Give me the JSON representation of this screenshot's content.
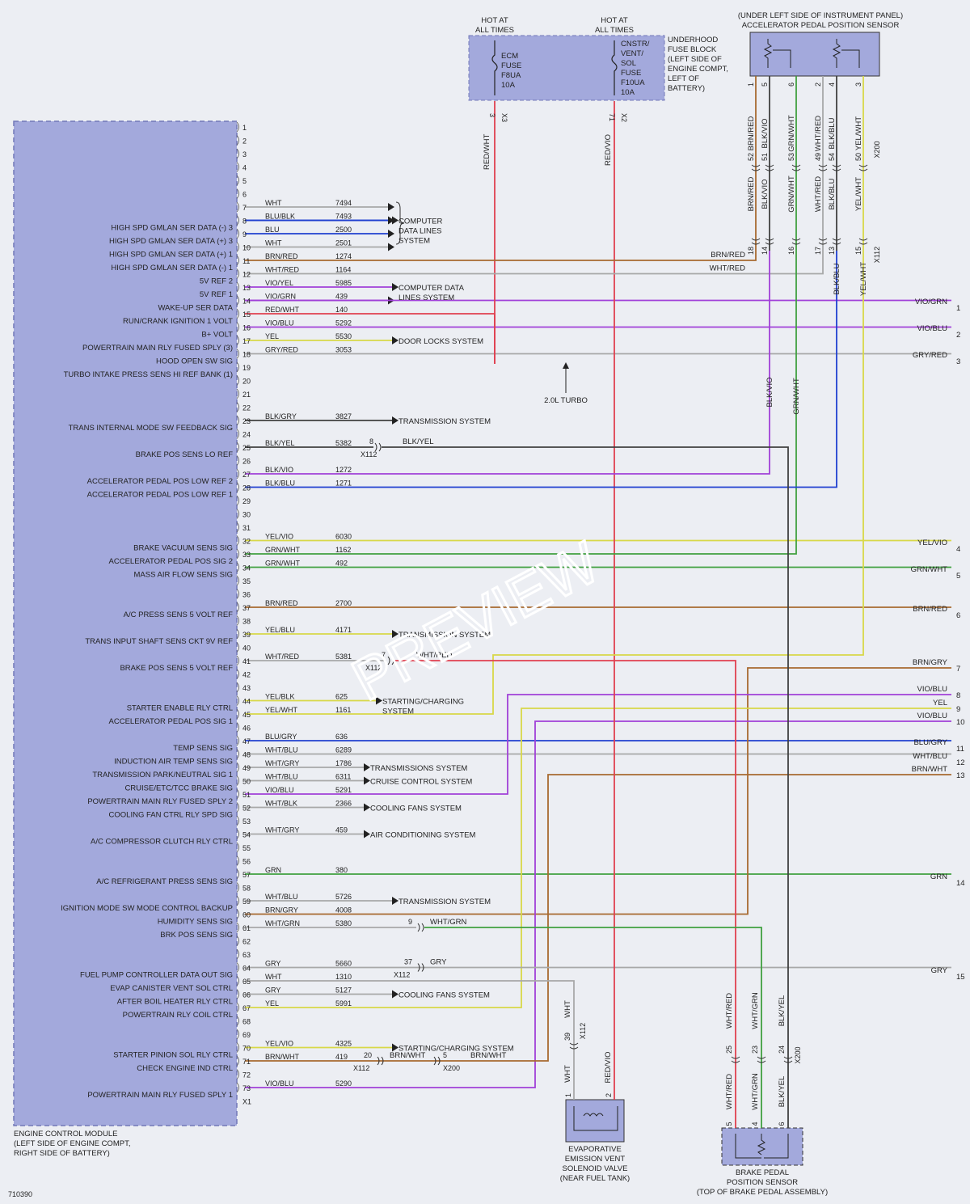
{
  "ecm": {
    "pins": [
      {
        "n": "1"
      },
      {
        "n": "2"
      },
      {
        "n": "3"
      },
      {
        "n": "4"
      },
      {
        "n": "5"
      },
      {
        "n": "6"
      },
      {
        "n": "7",
        "color": "WHT",
        "circuit": "7494"
      },
      {
        "n": "8",
        "label": "HIGH SPD GMLAN SER DATA (-) 3",
        "color": "BLU/BLK",
        "circuit": "7493"
      },
      {
        "n": "9",
        "label": "HIGH SPD GMLAN SER DATA (+) 3",
        "color": "BLU",
        "circuit": "2500"
      },
      {
        "n": "10",
        "label": "HIGH SPD GMLAN SER DATA (+) 1",
        "color": "WHT",
        "circuit": "2501"
      },
      {
        "n": "11",
        "label": "HIGH SPD GMLAN SER DATA (-) 1",
        "color": "BRN/RED",
        "circuit": "1274"
      },
      {
        "n": "12",
        "label": "5V REF 2",
        "color": "WHT/RED",
        "circuit": "1164"
      },
      {
        "n": "13",
        "label": "5V REF 1",
        "color": "VIO/YEL",
        "circuit": "5985"
      },
      {
        "n": "14",
        "label": "WAKE-UP SER DATA",
        "color": "VIO/GRN",
        "circuit": "439"
      },
      {
        "n": "15",
        "label": "RUN/CRANK IGNITION 1 VOLT",
        "color": "RED/WHT",
        "circuit": "140"
      },
      {
        "n": "16",
        "label": "B+ VOLT",
        "color": "VIO/BLU",
        "circuit": "5292"
      },
      {
        "n": "17",
        "label": "POWERTRAIN MAIN RLY FUSED SPLY (3)",
        "color": "YEL",
        "circuit": "5530"
      },
      {
        "n": "18",
        "label": "HOOD OPEN SW SIG",
        "color": "GRY/RED",
        "circuit": "3053"
      },
      {
        "n": "19",
        "label": "TURBO INTAKE PRESS SENS HI REF BANK (1)"
      },
      {
        "n": "20"
      },
      {
        "n": "21"
      },
      {
        "n": "22"
      },
      {
        "n": "23",
        "label": "TRANS INTERNAL MODE SW FEEDBACK SIG",
        "color": "BLK/GRY",
        "circuit": "3827"
      },
      {
        "n": "24"
      },
      {
        "n": "25",
        "label": "BRAKE POS SENS LO REF",
        "color": "BLK/YEL",
        "circuit": "5382"
      },
      {
        "n": "26"
      },
      {
        "n": "27",
        "label": "ACCELERATOR PEDAL POS LOW REF 2",
        "color": "BLK/VIO",
        "circuit": "1272"
      },
      {
        "n": "28",
        "label": "ACCELERATOR PEDAL POS LOW REF 1",
        "color": "BLK/BLU",
        "circuit": "1271"
      },
      {
        "n": "29"
      },
      {
        "n": "30"
      },
      {
        "n": "31"
      },
      {
        "n": "32",
        "label": "BRAKE VACUUM SENS SIG",
        "color": "YEL/VIO",
        "circuit": "6030"
      },
      {
        "n": "33",
        "label": "ACCELERATOR PEDAL POS SIG 2",
        "color": "GRN/WHT",
        "circuit": "1162"
      },
      {
        "n": "34",
        "label": "MASS AIR FLOW SENS SIG",
        "color": "GRN/WHT",
        "circuit": "492"
      },
      {
        "n": "35"
      },
      {
        "n": "36"
      },
      {
        "n": "37",
        "label": "A/C PRESS SENS 5 VOLT REF",
        "color": "BRN/RED",
        "circuit": "2700"
      },
      {
        "n": "38"
      },
      {
        "n": "39",
        "label": "TRANS INPUT SHAFT SENS CKT 9V REF",
        "color": "YEL/BLU",
        "circuit": "4171"
      },
      {
        "n": "40"
      },
      {
        "n": "41",
        "label": "BRAKE POS SENS 5 VOLT REF",
        "color": "WHT/RED",
        "circuit": "5381"
      },
      {
        "n": "42"
      },
      {
        "n": "43"
      },
      {
        "n": "44",
        "label": "STARTER ENABLE RLY CTRL",
        "color": "YEL/BLK",
        "circuit": "625"
      },
      {
        "n": "45",
        "label": "ACCELERATOR PEDAL POS SIG 1",
        "color": "YEL/WHT",
        "circuit": "1161"
      },
      {
        "n": "46"
      },
      {
        "n": "47",
        "label": "TEMP SENS SIG",
        "color": "BLU/GRY",
        "circuit": "636"
      },
      {
        "n": "48",
        "label": "INDUCTION AIR TEMP SENS SIG",
        "color": "WHT/BLU",
        "circuit": "6289"
      },
      {
        "n": "49",
        "label": "TRANSMISSION PARK/NEUTRAL SIG 1",
        "color": "WHT/GRY",
        "circuit": "1786"
      },
      {
        "n": "50",
        "label": "CRUISE/ETC/TCC BRAKE SIG",
        "color": "WHT/BLU",
        "circuit": "6311"
      },
      {
        "n": "51",
        "label": "POWERTRAIN MAIN RLY FUSED SPLY 2",
        "color": "VIO/BLU",
        "circuit": "5291"
      },
      {
        "n": "52",
        "label": "COOLING FAN CTRL RLY SPD SIG",
        "color": "WHT/BLK",
        "circuit": "2366"
      },
      {
        "n": "53"
      },
      {
        "n": "54",
        "label": "A/C COMPRESSOR CLUTCH RLY CTRL",
        "color": "WHT/GRY",
        "circuit": "459"
      },
      {
        "n": "55"
      },
      {
        "n": "56"
      },
      {
        "n": "57",
        "label": "A/C REFRIGERANT PRESS SENS SIG",
        "color": "GRN",
        "circuit": "380"
      },
      {
        "n": "58"
      },
      {
        "n": "59",
        "label": "IGNITION MODE SW MODE CONTROL BACKUP",
        "color": "WHT/BLU",
        "circuit": "5726"
      },
      {
        "n": "60",
        "label": "HUMIDITY SENS SIG",
        "color": "BRN/GRY",
        "circuit": "4008"
      },
      {
        "n": "61",
        "label": "BRK POS SENS SIG",
        "color": "WHT/GRN",
        "circuit": "5380"
      },
      {
        "n": "62"
      },
      {
        "n": "63"
      },
      {
        "n": "64",
        "label": "FUEL PUMP CONTROLLER DATA OUT SIG",
        "color": "GRY",
        "circuit": "5660"
      },
      {
        "n": "65",
        "label": "EVAP CANISTER VENT SOL CTRL",
        "color": "WHT",
        "circuit": "1310"
      },
      {
        "n": "66",
        "label": "AFTER BOIL HEATER RLY CTRL",
        "color": "GRY",
        "circuit": "5127"
      },
      {
        "n": "67",
        "label": "POWERTRAIN RLY COIL CTRL",
        "color": "YEL",
        "circuit": "5991"
      },
      {
        "n": "68"
      },
      {
        "n": "69"
      },
      {
        "n": "70",
        "label": "STARTER PINION SOL RLY CTRL",
        "color": "YEL/VIO",
        "circuit": "4325"
      },
      {
        "n": "71",
        "label": "CHECK ENGINE IND CTRL",
        "color": "BRN/WHT",
        "circuit": "419"
      },
      {
        "n": "72"
      },
      {
        "n": "73",
        "label": "POWERTRAIN MAIN RLY FUSED SPLY 1",
        "color": "VIO/BLU",
        "circuit": "5290"
      }
    ],
    "connector": "X1",
    "caption": [
      "ENGINE CONTROL MODULE",
      "(LEFT SIDE OF ENGINE COMPT,",
      "RIGHT SIDE OF BATTERY)"
    ]
  },
  "systems": [
    {
      "row": 8,
      "lines": [
        "COMPUTER",
        "DATA LINES",
        "SYSTEM"
      ]
    },
    {
      "row": 13,
      "lines": [
        "COMPUTER DATA",
        "LINES SYSTEM"
      ]
    },
    {
      "row": 17,
      "lines": [
        "DOOR LOCKS SYSTEM"
      ]
    },
    {
      "row": 23,
      "lines": [
        "TRANSMISSION SYSTEM"
      ]
    },
    {
      "row": 39,
      "lines": [
        "TRANSMISSION SYSTEM"
      ]
    },
    {
      "row": 44,
      "lines": [
        "STARTING/CHARGING",
        "SYSTEM"
      ]
    },
    {
      "row": 49,
      "lines": [
        "TRANSMISSIONS SYSTEM"
      ]
    },
    {
      "row": 50,
      "lines": [
        "CRUISE CONTROL SYSTEM"
      ]
    },
    {
      "row": 52,
      "lines": [
        "COOLING FANS SYSTEM"
      ]
    },
    {
      "row": 54,
      "lines": [
        "AIR CONDITIONING SYSTEM"
      ]
    },
    {
      "row": 59,
      "lines": [
        "TRANSMISSION SYSTEM"
      ]
    },
    {
      "row": 66,
      "lines": [
        "COOLING FANS SYSTEM"
      ]
    },
    {
      "row": 70,
      "lines": [
        "STARTING/CHARGING SYSTEM"
      ]
    }
  ],
  "right_connectors": [
    {
      "n": "1",
      "color": "VIO/GRN"
    },
    {
      "n": "2",
      "color": "VIO/BLU"
    },
    {
      "n": "3",
      "color": "GRY/RED"
    },
    {
      "n": "4",
      "color": "YEL/VIO"
    },
    {
      "n": "5",
      "color": "GRN/WHT"
    },
    {
      "n": "6",
      "color": "BRN/RED"
    },
    {
      "n": "7",
      "color": "BRN/GRY"
    },
    {
      "n": "8",
      "color": "VIO/BLU"
    },
    {
      "n": "9",
      "color": "YEL"
    },
    {
      "n": "10",
      "color": "VIO/BLU"
    },
    {
      "n": "11",
      "color": "BLU/GRY"
    },
    {
      "n": "12",
      "color": "WHT/BLU"
    },
    {
      "n": "13",
      "color": "BRN/WHT"
    },
    {
      "n": "14",
      "color": "GRN"
    },
    {
      "n": "15",
      "color": "GRY"
    }
  ],
  "fuse_block": {
    "hot1": [
      "HOT AT",
      "ALL TIMES"
    ],
    "hot2": [
      "HOT AT",
      "ALL TIMES"
    ],
    "fuse1": [
      "ECM",
      "FUSE",
      "F8UA",
      "10A"
    ],
    "fuse2": [
      "CNSTR/",
      "VENT/",
      "SOL",
      "FUSE",
      "F10UA",
      "10A"
    ],
    "desc": [
      "UNDERHOOD",
      "FUSE BLOCK",
      "(LEFT SIDE OF",
      "ENGINE COMPT,",
      "LEFT OF",
      "BATTERY)"
    ],
    "pin1": "3",
    "conn1": "X3",
    "wire1": "RED/WHT",
    "pin2": "71",
    "conn2": "X2",
    "wire2": "RED/VIO"
  },
  "app_sensor": {
    "title": [
      "(UNDER LEFT SIDE OF INSTRUMENT PANEL)",
      "ACCELERATOR PEDAL POSITION SENSOR"
    ],
    "wires": [
      {
        "pin": "1",
        "color": "BRN/RED",
        "x200": "52",
        "x112": "18"
      },
      {
        "pin": "5",
        "color": "BLK/VIO",
        "x200": "51",
        "x112": "14"
      },
      {
        "pin": "6",
        "color": "GRN/WHT",
        "x200": "53",
        "x112": "16"
      },
      {
        "pin": "2",
        "color": "WHT/RED",
        "x200": "49",
        "x112": "17"
      },
      {
        "pin": "4",
        "color": "BLK/BLU",
        "x200": "54",
        "x112": "13"
      },
      {
        "pin": "3",
        "color": "YEL/WHT",
        "x200": "50",
        "x112": "15"
      }
    ],
    "conn_x200": "X200",
    "conn_x112": "X112",
    "lower_labels": [
      "BLK/VIO",
      "GRN/WHT",
      "BLK/BLU",
      "YEL/WHT"
    ],
    "left_labels": [
      "BRN/RED",
      "WHT/RED"
    ]
  },
  "inline": {
    "c8": {
      "pin": "8",
      "conn": "X112",
      "color": "BLK/YEL"
    },
    "c7": {
      "pin": "7",
      "conn": "X112",
      "color": "WHT/RED"
    },
    "c9": {
      "pin": "9",
      "color": "WHT/GRN"
    },
    "c37": {
      "pin": "37",
      "conn": "X112",
      "color": "GRY"
    },
    "c20": {
      "pin": "20",
      "conn": "X112",
      "color": "BRN/WHT"
    },
    "c5": {
      "pin": "5",
      "conn": "X200",
      "color": "BRN/WHT"
    },
    "c39": {
      "pin": "39",
      "conn": "X112",
      "color": "WHT"
    }
  },
  "turbo_note": "2.0L TURBO",
  "evap": {
    "upper_wire": "WHT",
    "lower_wire": "WHT",
    "red_wire": "RED/VIO",
    "pins": [
      "1",
      "2"
    ],
    "caption": [
      "EVAPORATIVE",
      "EMISSION VENT",
      "SOLENOID VALVE",
      "(NEAR FUEL TANK)"
    ]
  },
  "bpps": {
    "wires": [
      {
        "color": "WHT/RED",
        "x200": "25",
        "pin": "5"
      },
      {
        "color": "WHT/GRN",
        "x200": "23",
        "pin": "4"
      },
      {
        "color": "BLK/YEL",
        "x200": "24",
        "pin": "6"
      }
    ],
    "conn": "X200",
    "caption": [
      "BRAKE PEDAL",
      "POSITION SENSOR",
      "(TOP OF BRAKE PEDAL ASSEMBLY)"
    ]
  },
  "colors": {
    "ecm_fill": "#a3a9dc",
    "ecm_stroke": "#7278b8",
    "wire_red": "#e04050",
    "wire_violet": "#a040d8",
    "wire_blue": "#2040d0",
    "wire_brown": "#a86a30",
    "wire_green": "#40a040",
    "wire_yellow": "#d8d848",
    "wire_gray": "#a8a8a8",
    "wire_black": "#404040"
  },
  "figure_number": "710390",
  "watermark": "PREVIEW"
}
